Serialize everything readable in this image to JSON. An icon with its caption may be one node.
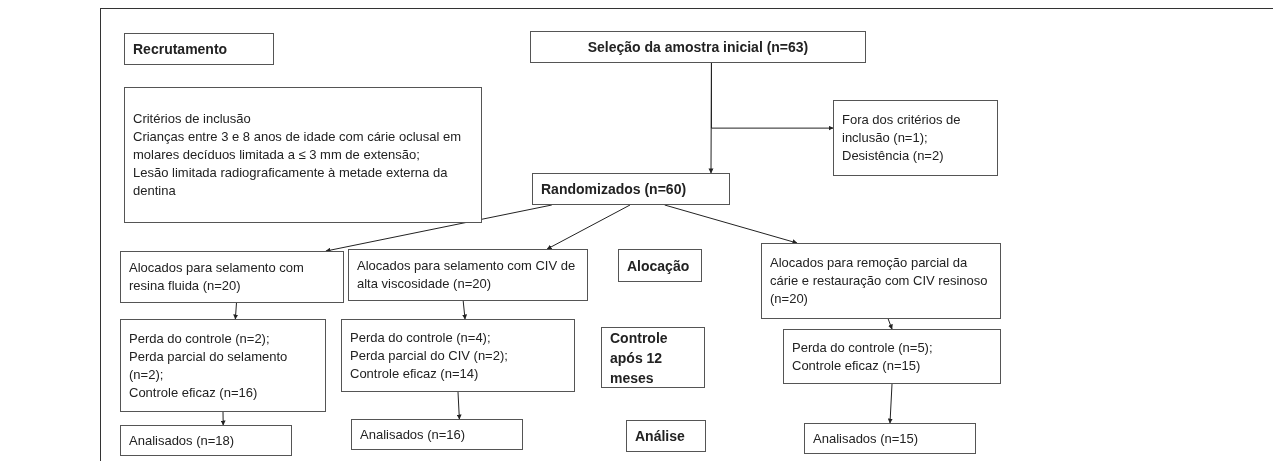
{
  "diagram": {
    "nodes": [
      {
        "text": [
          "Recrutamento"
        ]
      },
      {
        "text": [
          "Critérios de inclusão",
          "Crianças entre 3 e 8 anos de idade com cárie oclusal em molares decíduos limitada a ≤ 3 mm de extensão;",
          "Lesão limitada radiograficamente à metade externa da dentina"
        ]
      },
      {
        "text": [
          "Seleção da amostra inicial (n=63)"
        ]
      },
      {
        "text": [
          "Fora dos critérios de inclusão (n=1);",
          "Desistência (n=2)"
        ]
      },
      {
        "text": [
          "Randomizados (n=60)"
        ]
      },
      {
        "text": [
          "Alocados para selamento com resina fluida (n=20)"
        ]
      },
      {
        "text": [
          "Alocados para selamento com CIV de alta viscosidade (n=20)"
        ]
      },
      {
        "text": [
          "Alocação"
        ]
      },
      {
        "text": [
          "Alocados para remoção parcial da cárie e restauração com CIV resinoso (n=20)"
        ]
      },
      {
        "text": [
          "Perda do controle (n=2);",
          "Perda parcial do selamento (n=2);",
          "Controle eficaz (n=16)"
        ]
      },
      {
        "text": [
          "Perda do controle (n=4);",
          "Perda parcial do CIV (n=2);",
          "Controle eficaz (n=14)"
        ]
      },
      {
        "text": [
          "Controle após 12 meses"
        ]
      },
      {
        "text": [
          "Perda do controle (n=5);",
          "Controle eficaz (n=15)"
        ]
      },
      {
        "text": [
          "Analisados (n=18)"
        ]
      },
      {
        "text": [
          "Analisados (n=16)"
        ]
      },
      {
        "text": [
          "Análise"
        ]
      },
      {
        "text": [
          "Analisados (n=15)"
        ]
      }
    ],
    "edges": [
      {
        "from": 2,
        "to": 4,
        "arrow": "to"
      },
      {
        "from": 2,
        "to": 3,
        "arrow": "to"
      },
      {
        "from": 4,
        "to": 5,
        "arrow": "to"
      },
      {
        "from": 4,
        "to": 6,
        "arrow": "to"
      },
      {
        "from": 4,
        "to": 8,
        "arrow": "to"
      },
      {
        "from": 5,
        "to": 9,
        "arrow": "to"
      },
      {
        "from": 9,
        "to": 13,
        "arrow": "to"
      },
      {
        "from": 6,
        "to": 10,
        "arrow": "to"
      },
      {
        "from": 10,
        "to": 14,
        "arrow": "to"
      },
      {
        "from": 8,
        "to": 12,
        "arrow": "to"
      },
      {
        "from": 12,
        "to": 16,
        "arrow": "to"
      }
    ]
  }
}
